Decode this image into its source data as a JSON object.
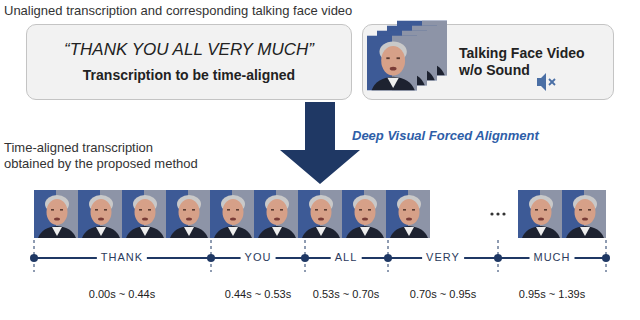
{
  "diagram": {
    "nodes": [
      {
        "text": [
          "“THANK YOU ALL VERY MUCH”",
          "Transcription to be time-aligned"
        ]
      },
      {
        "text": [
          "Talking Face Video w/o Sound"
        ]
      }
    ],
    "labels": [
      "Unaligned transcription and corresponding talking face video",
      "Deep Visual Forced Alignment",
      "Time-aligned transcription obtained by the proposed method",
      "THANK",
      "YOU",
      "ALL",
      "VERY",
      "MUCH",
      "0.00s ~ 0.44s",
      "0.44s ~ 0.53s",
      "0.53s ~ 0.70s",
      "0.70s ~ 0.95s",
      "0.95s ~ 1.39s"
    ]
  }
}
